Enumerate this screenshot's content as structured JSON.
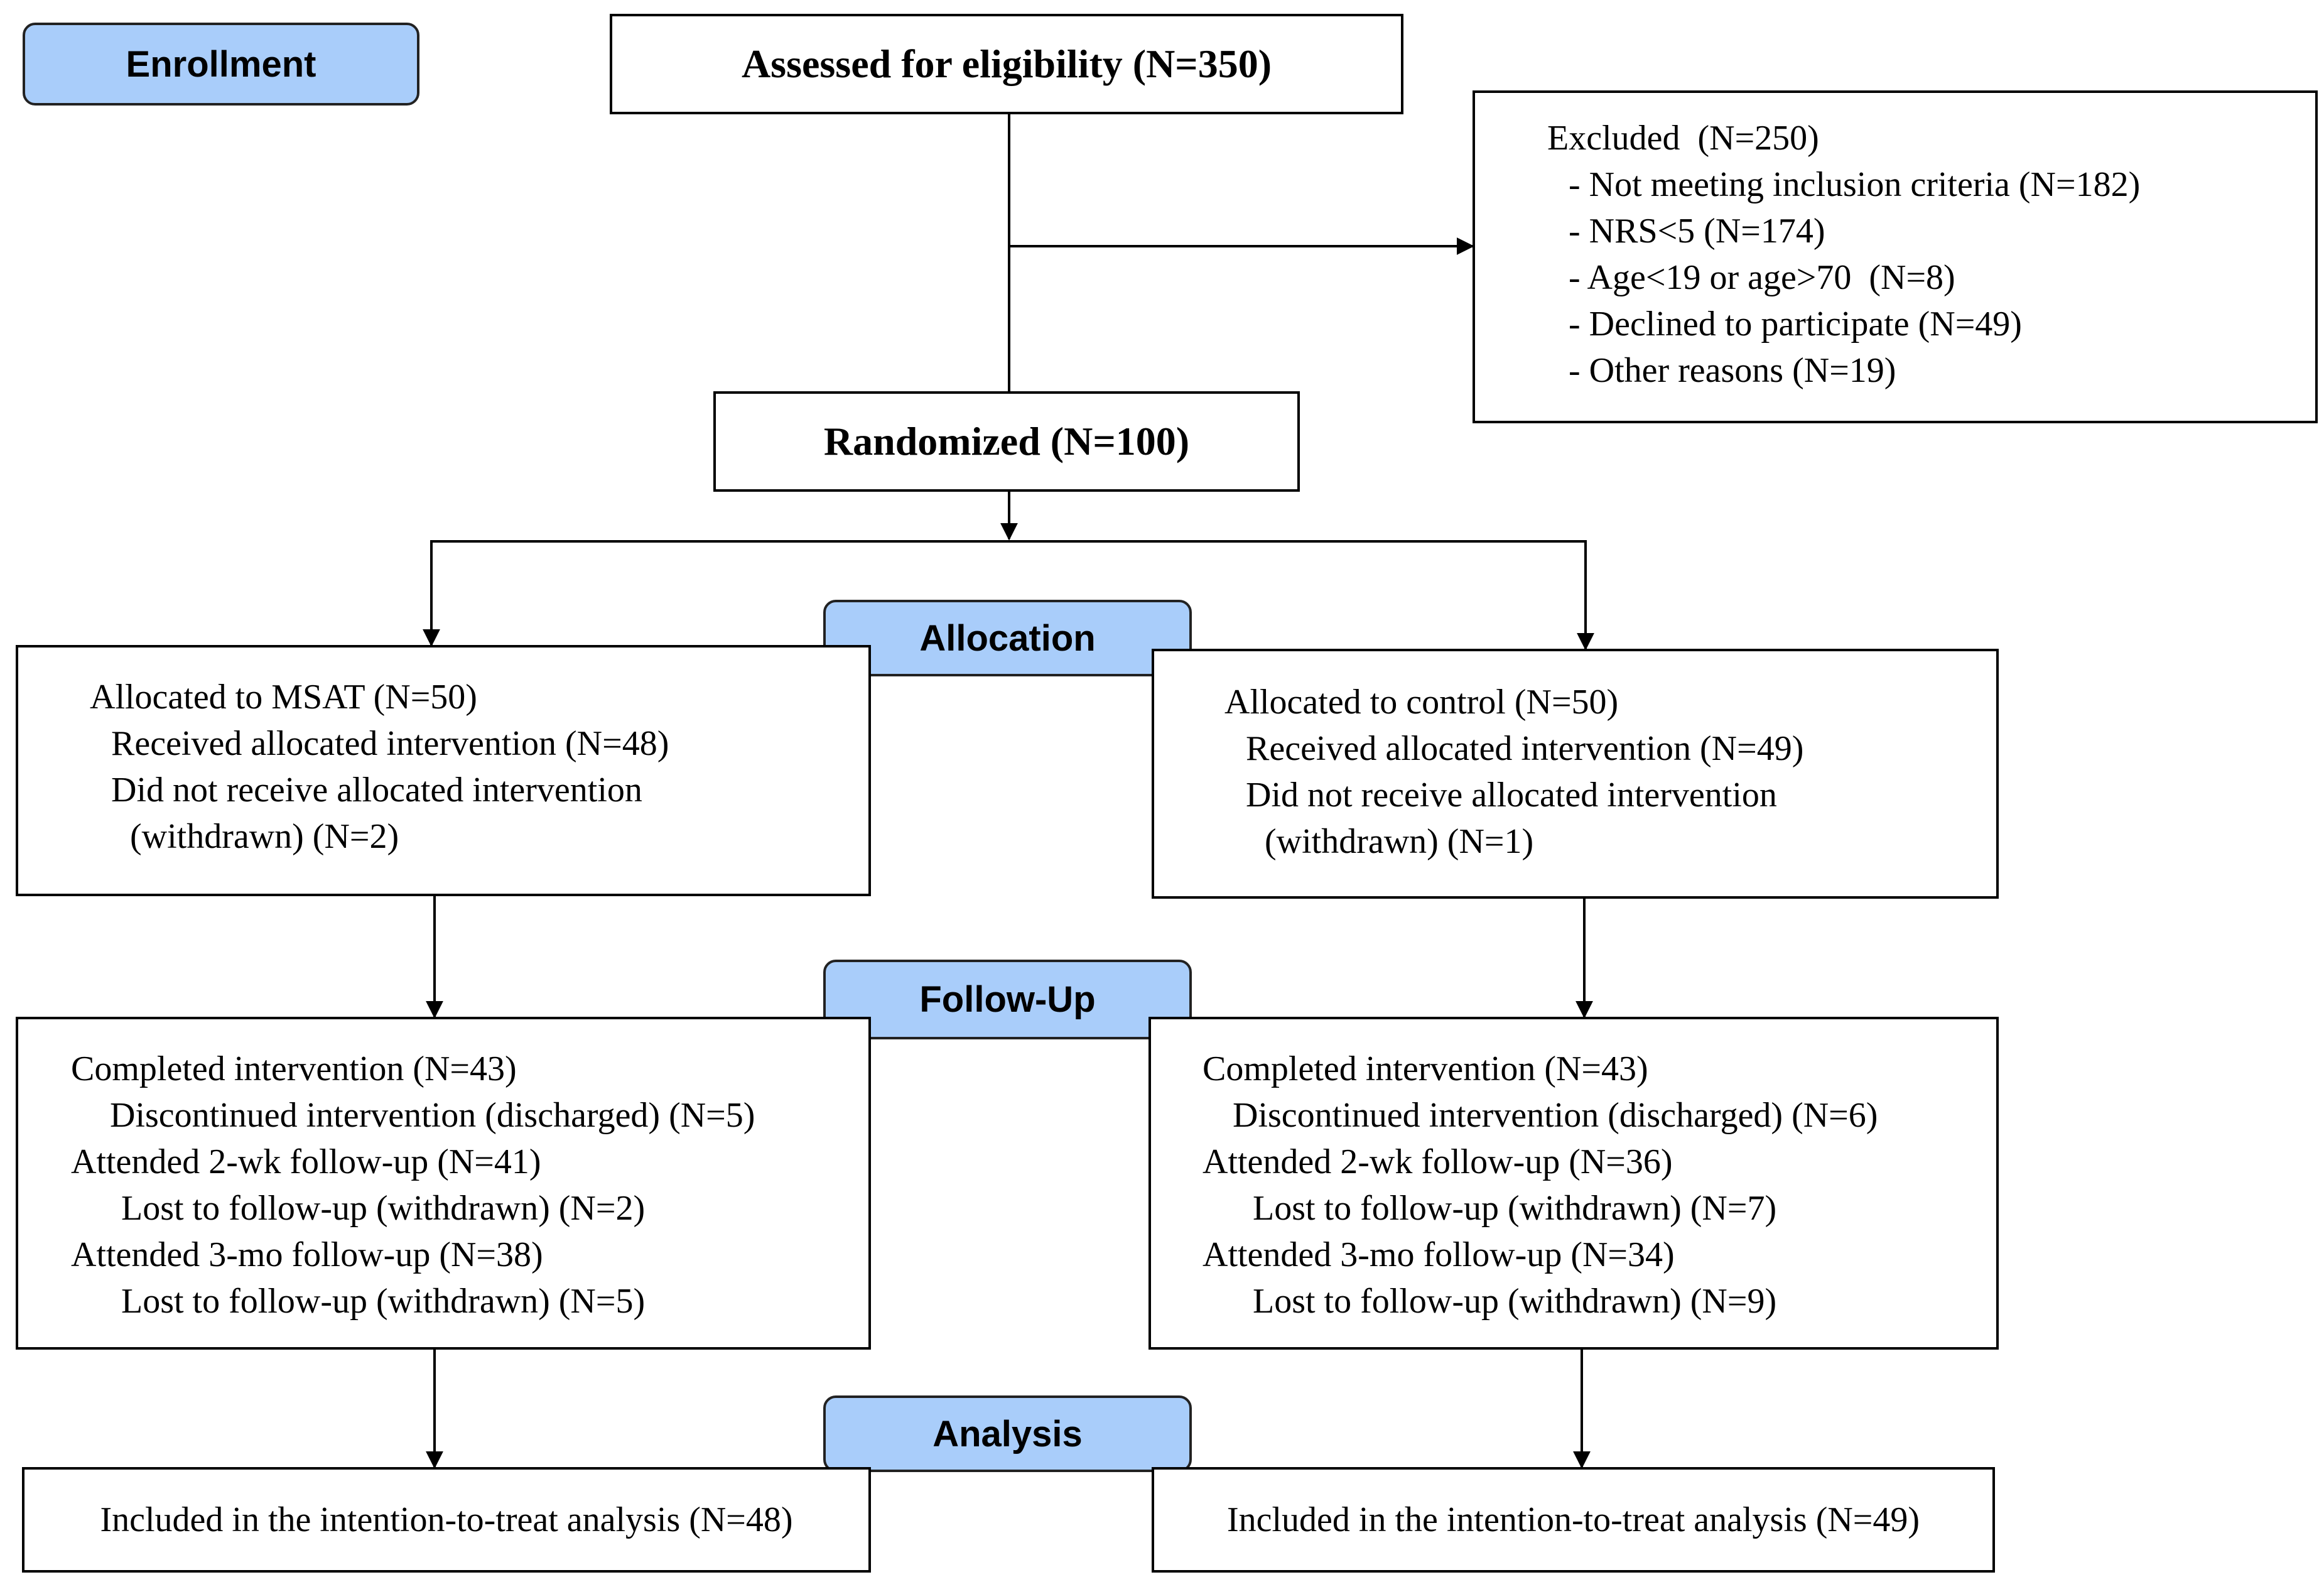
{
  "stages": {
    "enrollment": "Enrollment",
    "allocation": "Allocation",
    "followup": "Follow-Up",
    "analysis": "Analysis"
  },
  "assessed": "Assessed for eligibility (N=350)",
  "excluded": {
    "title": "Excluded  (N=250)",
    "items": [
      "- Not meeting inclusion criteria (N=182)",
      "- NRS<5 (N=174)",
      "- Age<19 or age>70  (N=8)",
      "- Declined to participate (N=49)",
      "- Other reasons (N=19)"
    ]
  },
  "randomized": "Randomized (N=100)",
  "allocation": {
    "left": {
      "title": "Allocated to MSAT (N=50)",
      "received": "Received allocated intervention (N=48)",
      "not_received": "Did not receive allocated intervention",
      "withdrawn": "(withdrawn) (N=2)"
    },
    "right": {
      "title": "Allocated to control (N=50)",
      "received": "Received allocated intervention (N=49)",
      "not_received": "Did not receive allocated intervention",
      "withdrawn": "(withdrawn) (N=1)"
    }
  },
  "followup": {
    "left": {
      "completed": "Completed intervention (N=43)",
      "discontinued": "Discontinued intervention (discharged) (N=5)",
      "attended_2wk": "Attended 2-wk follow-up (N=41)",
      "lost_2wk": "Lost to follow-up (withdrawn) (N=2)",
      "attended_3mo": "Attended 3-mo follow-up (N=38)",
      "lost_3mo": "Lost to follow-up (withdrawn) (N=5)"
    },
    "right": {
      "completed": "Completed intervention (N=43)",
      "discontinued": "Discontinued intervention (discharged) (N=6)",
      "attended_2wk": "Attended 2-wk follow-up (N=36)",
      "lost_2wk": "Lost to follow-up (withdrawn) (N=7)",
      "attended_3mo": "Attended 3-mo follow-up (N=34)",
      "lost_3mo": "Lost to follow-up (withdrawn) (N=9)"
    }
  },
  "analysis": {
    "left": "Included in the intention-to-treat analysis (N=48)",
    "right": "Included in the intention-to-treat analysis (N=49)"
  },
  "colors": {
    "stage_fill": "#a9cdfa",
    "line": "#000000"
  }
}
